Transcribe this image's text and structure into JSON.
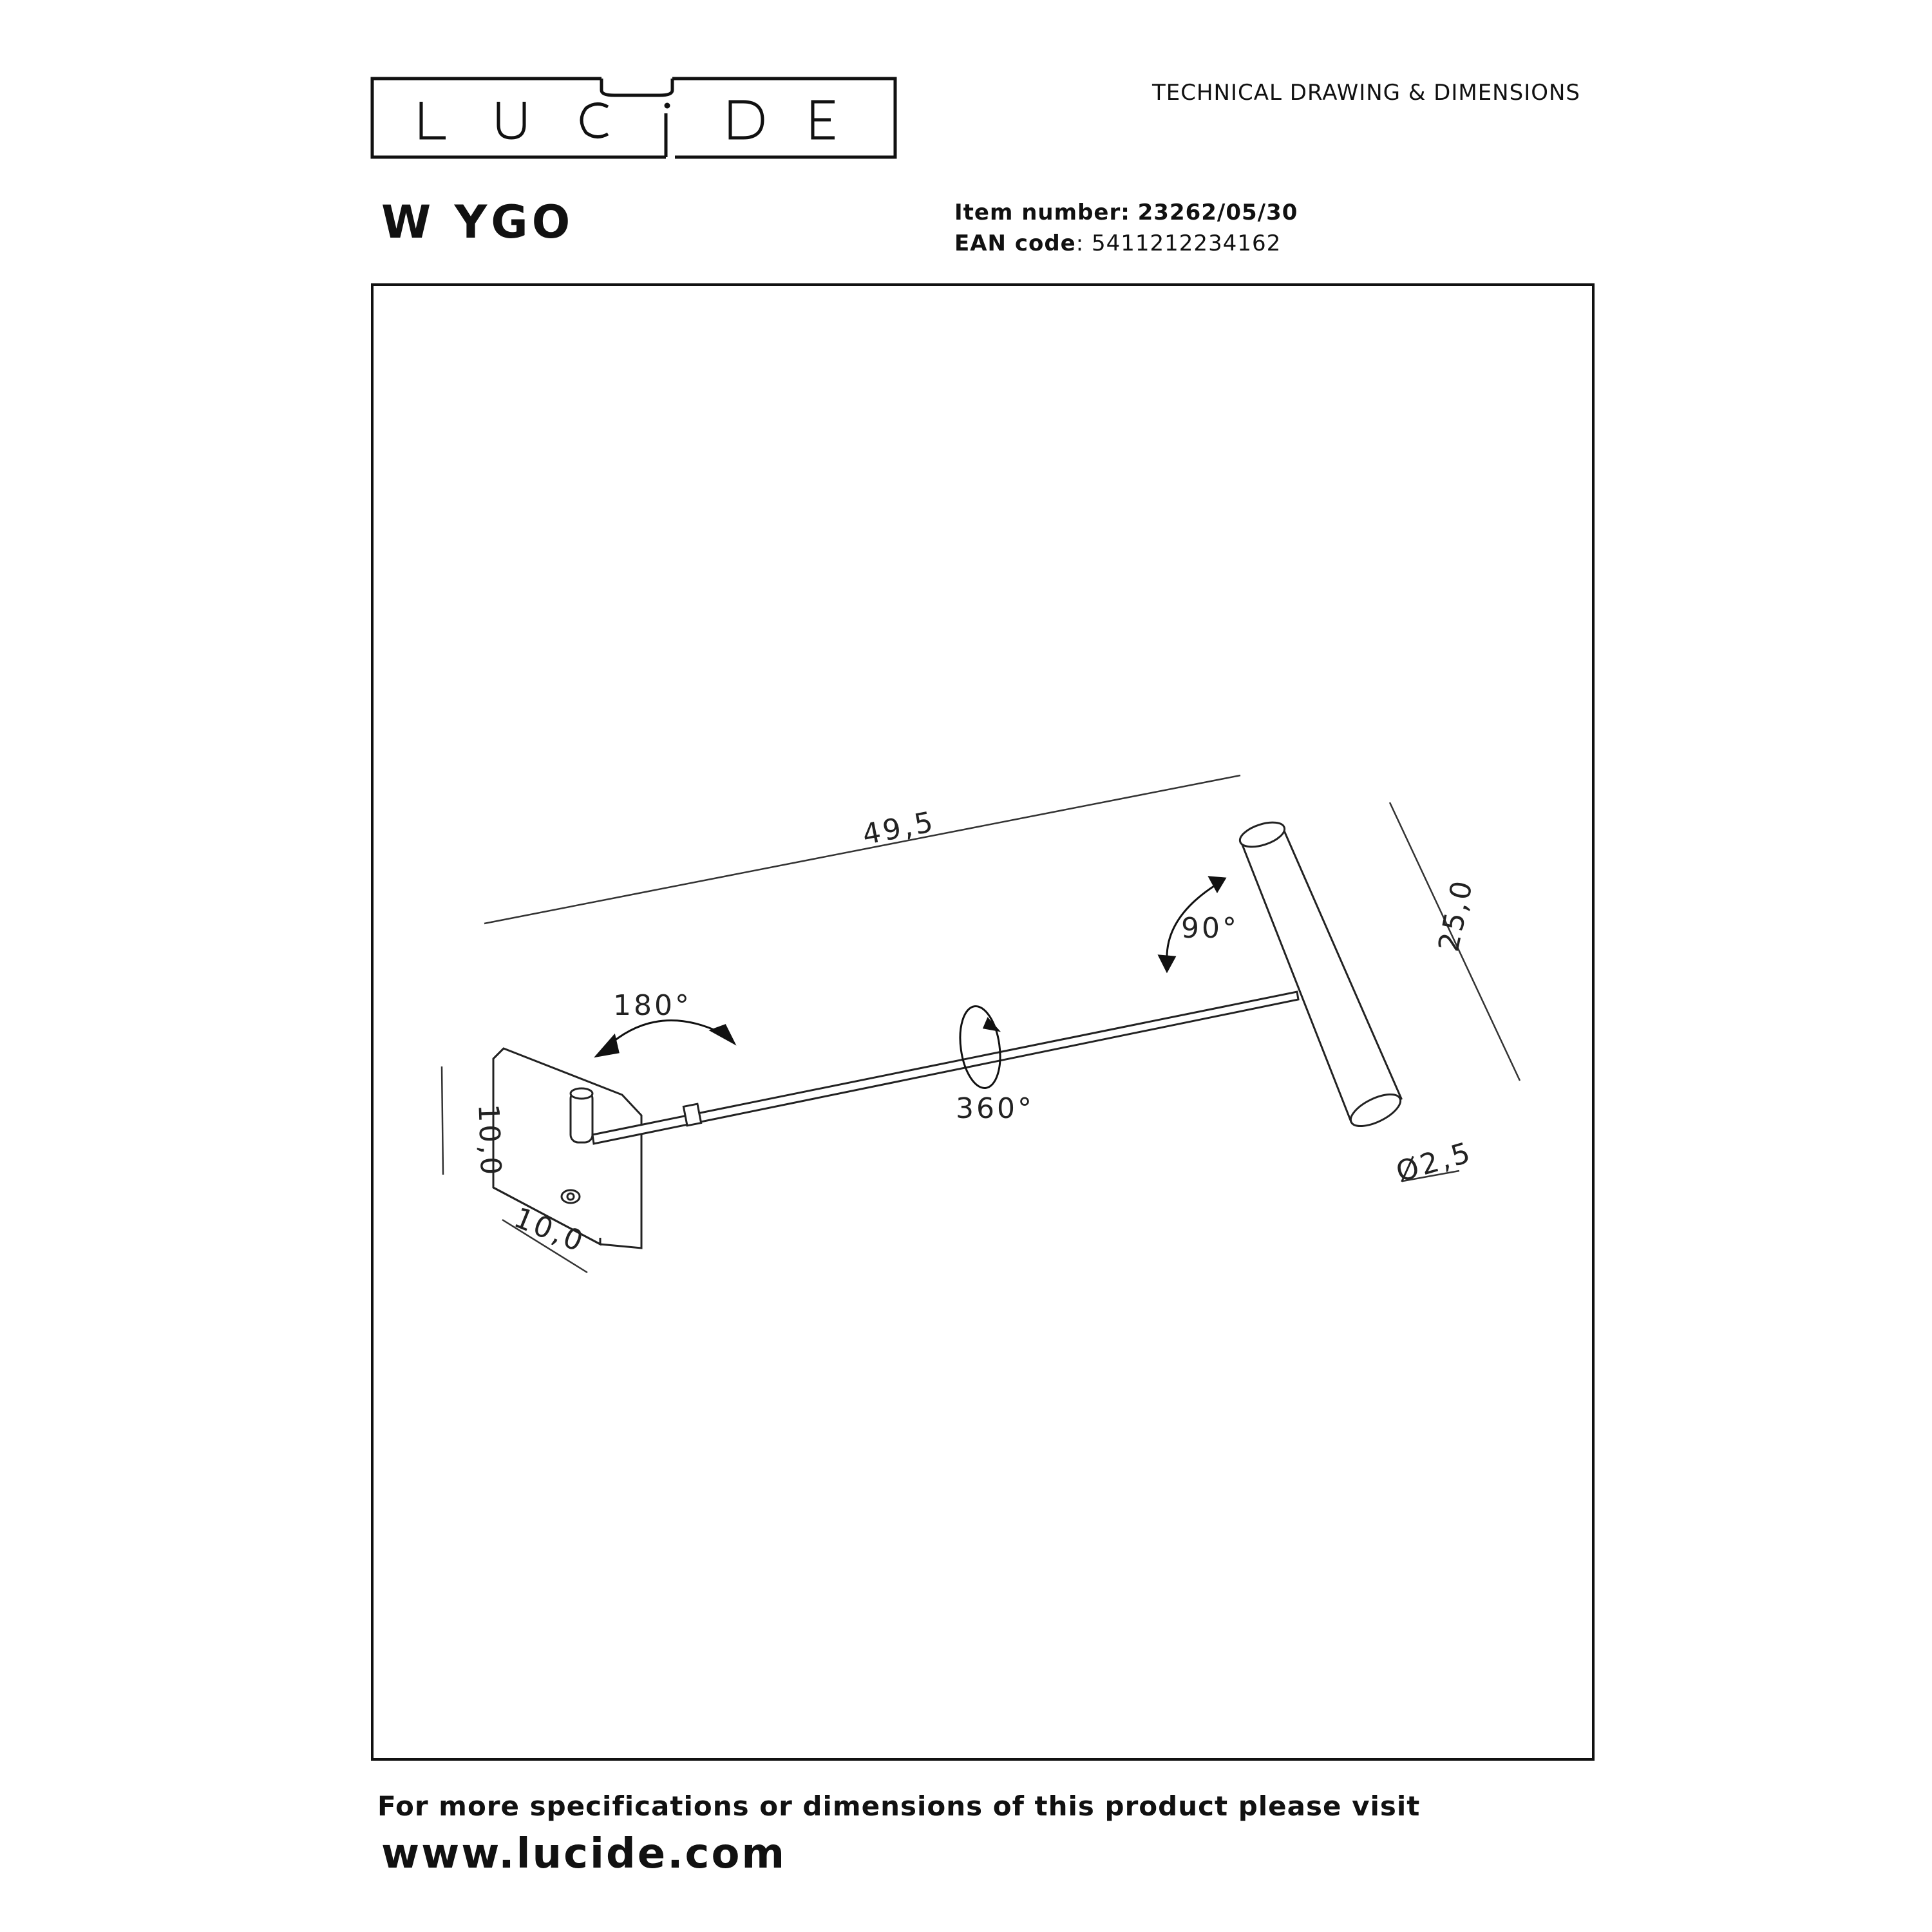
{
  "brand": {
    "logo_text": "LUCIDE",
    "logo_icon": "lucide-logo-icon"
  },
  "header": {
    "doc_type": "TECHNICAL DRAWING & DIMENSIONS",
    "product_name": "W YGO",
    "item_number_label": "Item number:",
    "item_number": "23262/05/30",
    "ean_label": "EAN code",
    "ean_value": ": 5411212234162"
  },
  "drawing": {
    "overall_length": "49,5",
    "head_length": "25,0",
    "head_diameter": "Ø2,5",
    "base_height": "10,0",
    "base_width": "10,0",
    "rotation_base": "180°",
    "rotation_arm": "360°",
    "rotation_head": "90°"
  },
  "footer": {
    "text": "For more specifications or dimensions of this product please visit",
    "url": "www.lucide.com"
  },
  "colors": {
    "ink": "#111111",
    "line": "#444444",
    "background": "#ffffff"
  }
}
